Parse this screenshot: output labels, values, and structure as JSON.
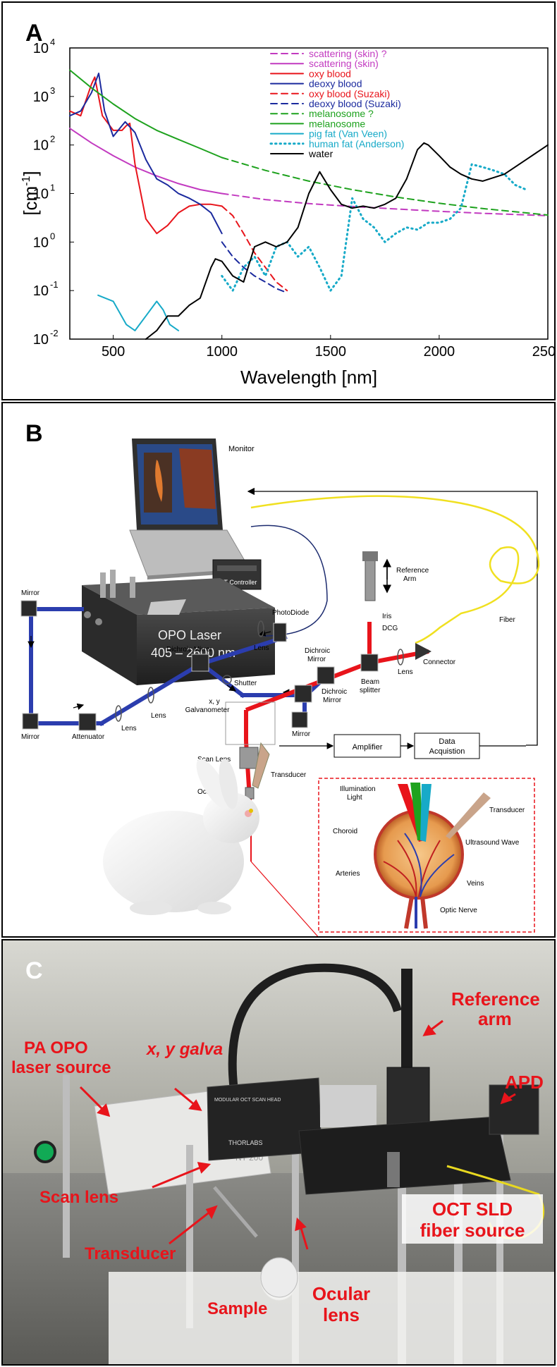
{
  "panel_a": {
    "label": "A",
    "chart_data": {
      "type": "line",
      "xlabel": "Wavelength [nm]",
      "ylabel": "[cm-1]",
      "xlim": [
        300,
        2500
      ],
      "ylim": [
        0.01,
        10000
      ],
      "yscale": "log",
      "x_ticks": [
        "500",
        "1000",
        "1500",
        "2000",
        "2500"
      ],
      "y_ticks": [
        "10",
        "10",
        "10",
        "10",
        "10",
        "10",
        "10"
      ],
      "y_tick_exponents": [
        "4",
        "3",
        "2",
        "1",
        "0",
        "-1",
        "-2"
      ],
      "legend_position": "top-right",
      "series": [
        {
          "name": "scattering (skin) ?",
          "color": "#c23ac0",
          "style": "dashed",
          "x": [
            1000,
            1200,
            1400,
            1600,
            1800,
            2000,
            2200,
            2500
          ],
          "y": [
            10,
            7.5,
            6.2,
            5.4,
            4.8,
            4.3,
            3.9,
            3.5
          ]
        },
        {
          "name": "scattering (skin)",
          "color": "#c23ac0",
          "style": "solid",
          "x": [
            300,
            400,
            500,
            600,
            700,
            800,
            900,
            1000
          ],
          "y": [
            220,
            110,
            60,
            35,
            23,
            16,
            12,
            10
          ]
        },
        {
          "name": "oxy blood",
          "color": "#e8141b",
          "style": "solid",
          "x": [
            300,
            350,
            400,
            415,
            450,
            500,
            540,
            560,
            576,
            600,
            650,
            700,
            750,
            800,
            850,
            900,
            950,
            1000
          ],
          "y": [
            500,
            400,
            1800,
            2500,
            400,
            200,
            200,
            250,
            280,
            40,
            3,
            1.5,
            2.2,
            4,
            5.5,
            6,
            6,
            5.5
          ]
        },
        {
          "name": "deoxy blood",
          "color": "#1b2a9e",
          "style": "solid",
          "x": [
            300,
            350,
            400,
            433,
            460,
            500,
            540,
            555,
            600,
            650,
            700,
            750,
            800,
            850,
            900,
            950,
            1000
          ],
          "y": [
            400,
            500,
            1200,
            3000,
            500,
            150,
            250,
            300,
            180,
            50,
            20,
            15,
            10,
            8,
            6,
            4,
            1.5
          ]
        },
        {
          "name": "oxy blood (Suzaki)",
          "color": "#e8141b",
          "style": "dashed",
          "x": [
            1000,
            1050,
            1100,
            1150,
            1200,
            1250,
            1300
          ],
          "y": [
            5.5,
            3.5,
            1.5,
            0.6,
            0.3,
            0.15,
            0.1
          ]
        },
        {
          "name": "deoxy blood (Suzaki)",
          "color": "#1b2a9e",
          "style": "dashed",
          "x": [
            1000,
            1050,
            1100,
            1150,
            1200,
            1250,
            1300
          ],
          "y": [
            1.0,
            0.5,
            0.3,
            0.2,
            0.15,
            0.11,
            0.09
          ]
        },
        {
          "name": "melanosome ?",
          "color": "#1ea21e",
          "style": "dashed",
          "x": [
            1000,
            1200,
            1400,
            1600,
            1800,
            2000,
            2200,
            2500
          ],
          "y": [
            55,
            30,
            18,
            12,
            8.5,
            6.3,
            4.9,
            3.6
          ]
        },
        {
          "name": "melanosome",
          "color": "#1ea21e",
          "style": "solid",
          "x": [
            300,
            400,
            500,
            600,
            700,
            800,
            900,
            1000
          ],
          "y": [
            3500,
            1500,
            700,
            350,
            200,
            130,
            85,
            55
          ]
        },
        {
          "name": "pig fat (Van Veen)",
          "color": "#17aac8",
          "style": "solid",
          "x": [
            430,
            500,
            560,
            600,
            650,
            700,
            730,
            760,
            800
          ],
          "y": [
            0.08,
            0.06,
            0.02,
            0.015,
            0.03,
            0.06,
            0.04,
            0.02,
            0.015
          ]
        },
        {
          "name": "human fat (Anderson)",
          "color": "#17aac8",
          "style": "dotted",
          "x": [
            1000,
            1050,
            1100,
            1150,
            1200,
            1250,
            1300,
            1350,
            1400,
            1450,
            1500,
            1550,
            1600,
            1650,
            1700,
            1750,
            1800,
            1850,
            1900,
            1950,
            2000,
            2050,
            2100,
            2150,
            2200,
            2250,
            2300,
            2350,
            2400
          ],
          "y": [
            0.2,
            0.1,
            0.3,
            0.5,
            0.2,
            0.8,
            1.0,
            0.5,
            0.8,
            0.3,
            0.1,
            0.2,
            8,
            3,
            2,
            1,
            1.5,
            2,
            1.8,
            2.5,
            2.5,
            3,
            5,
            40,
            35,
            30,
            25,
            15,
            12
          ]
        },
        {
          "name": "water",
          "color": "#000000",
          "style": "solid",
          "x": [
            650,
            700,
            750,
            800,
            850,
            900,
            950,
            970,
            1000,
            1050,
            1100,
            1150,
            1200,
            1250,
            1300,
            1350,
            1400,
            1450,
            1500,
            1550,
            1600,
            1650,
            1700,
            1750,
            1800,
            1850,
            1900,
            1930,
            1950,
            2000,
            2050,
            2100,
            2150,
            2200,
            2300,
            2400,
            2500
          ],
          "y": [
            0.01,
            0.015,
            0.03,
            0.03,
            0.05,
            0.07,
            0.3,
            0.45,
            0.4,
            0.2,
            0.15,
            0.8,
            1.0,
            0.8,
            1.0,
            2,
            10,
            28,
            12,
            6,
            5,
            5.5,
            5,
            6,
            8,
            20,
            80,
            110,
            100,
            60,
            35,
            25,
            20,
            18,
            25,
            50,
            100
          ]
        }
      ]
    }
  },
  "panel_b": {
    "label": "B",
    "labels": {
      "monitor": "Monitor",
      "oct_controller": "OCT Controller",
      "opo_line1": "OPO Laser",
      "opo_line2": "405 – 2600 nm",
      "photodiode": "PhotoDiode",
      "mirror_top_left": "Mirror",
      "mirror_bottom_left": "Mirror",
      "mirror_bottom_right": "Mirror",
      "dichroic_mirror_left": "Dichroic Mirror",
      "dichroic_mirror_right_1": "Dichroic",
      "dichroic_mirror_right_2": "Mirror",
      "dichroic_mirror_mid_1": "Dichroic",
      "dichroic_mirror_mid_2": "Mirror",
      "lens_top": "Lens",
      "lens_mid": "Lens",
      "lens_left": "Lens",
      "lens_right": "Lens",
      "shutter": "Shutter",
      "attenuator": "Attenuator",
      "galvo_1": "x, y",
      "galvo_2": "Galvanometer",
      "scan_lens": "Scan Lens",
      "ocular_lens": "Ocular Lens",
      "transducer": "Transducer",
      "amplifier": "Amplifier",
      "data_acq_1": "Data",
      "data_acq_2": "Acquistion",
      "reference_arm_1": "Reference",
      "reference_arm_2": "Arm",
      "iris": "Iris",
      "dcg": "DCG",
      "connector": "Connector",
      "fiber": "Fiber",
      "beam_splitter_1": "Beam",
      "beam_splitter_2": "splitter",
      "eye_illumination_1": "Illumination",
      "eye_illumination_2": "Light",
      "eye_transducer": "Transducer",
      "choroid": "Choroid",
      "ultrasound_wave": "Ultrasound Wave",
      "arteries": "Arteries",
      "veins": "Veins",
      "optic_nerve": "Optic Nerve"
    }
  },
  "panel_c": {
    "label": "C",
    "labels": {
      "pa_opo_1": "PA OPO",
      "pa_opo_2": "laser source",
      "xy_galva": "x, y galva",
      "reference_arm_1": "Reference",
      "reference_arm_2": "arm",
      "apd": "APD",
      "scan_lens": "Scan lens",
      "transducer": "Transducer",
      "oct_sld_1": "OCT SLD",
      "oct_sld_2": "fiber source",
      "sample": "Sample",
      "ocular_1": "Ocular",
      "ocular_2": "lens",
      "scanhead_text": "MODULAR OCT SCAN HEAD",
      "thorlabs": "THORLABS",
      "laser_badge": "NT 200"
    }
  }
}
